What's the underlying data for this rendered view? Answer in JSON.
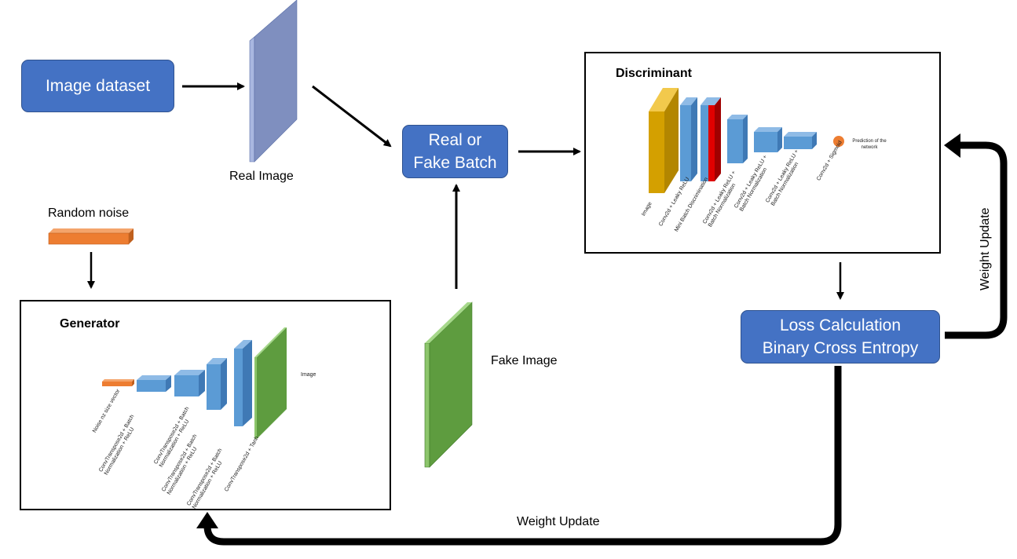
{
  "nodes": {
    "image_dataset": "Image dataset",
    "real_or_fake_line1": "Real or",
    "real_or_fake_line2": "Fake Batch",
    "loss_line1": "Loss Calculation",
    "loss_line2": "Binary Cross Entropy"
  },
  "labels": {
    "real_image": "Real Image",
    "random_noise": "Random noise",
    "fake_image": "Fake Image",
    "weight_update_bottom": "Weight Update",
    "weight_update_right": "Weight Update"
  },
  "discriminant": {
    "title": "Discriminant",
    "prediction": "Prediction of the network",
    "layers": [
      "Image",
      "Conv2d + Leaky ReLU",
      "Mini Batch Discrimination",
      "Conv2d + Leaky ReLU + Batch Normalization",
      "Conv2d + Leaky ReLU + Batch Normalization",
      "Conv2d + Leaky ReLU + Batch Normalization",
      "Conv2d + Sigmoid"
    ]
  },
  "generator": {
    "title": "Generator",
    "output": "Image",
    "layers": [
      "Noise nz size vector",
      "ConvTranspose2d + Batch Normalization + ReLU",
      "ConvTranspose2d + Batch Normalization + ReLU",
      "ConvTranspose2d + Batch Normalization + ReLU",
      "ConvTranspose2d + Batch Normalization + ReLU",
      "ConvTranspose2d + Tanh"
    ]
  },
  "colors": {
    "node_fill": "#4472c4",
    "real_slab": "#7f8fbf",
    "fake_slab": "#5e9c3f",
    "noise": "#ed7d31",
    "disc_image": "#d4a000",
    "disc_red": "#e00000",
    "layer_blue": "#5b9bd5"
  }
}
